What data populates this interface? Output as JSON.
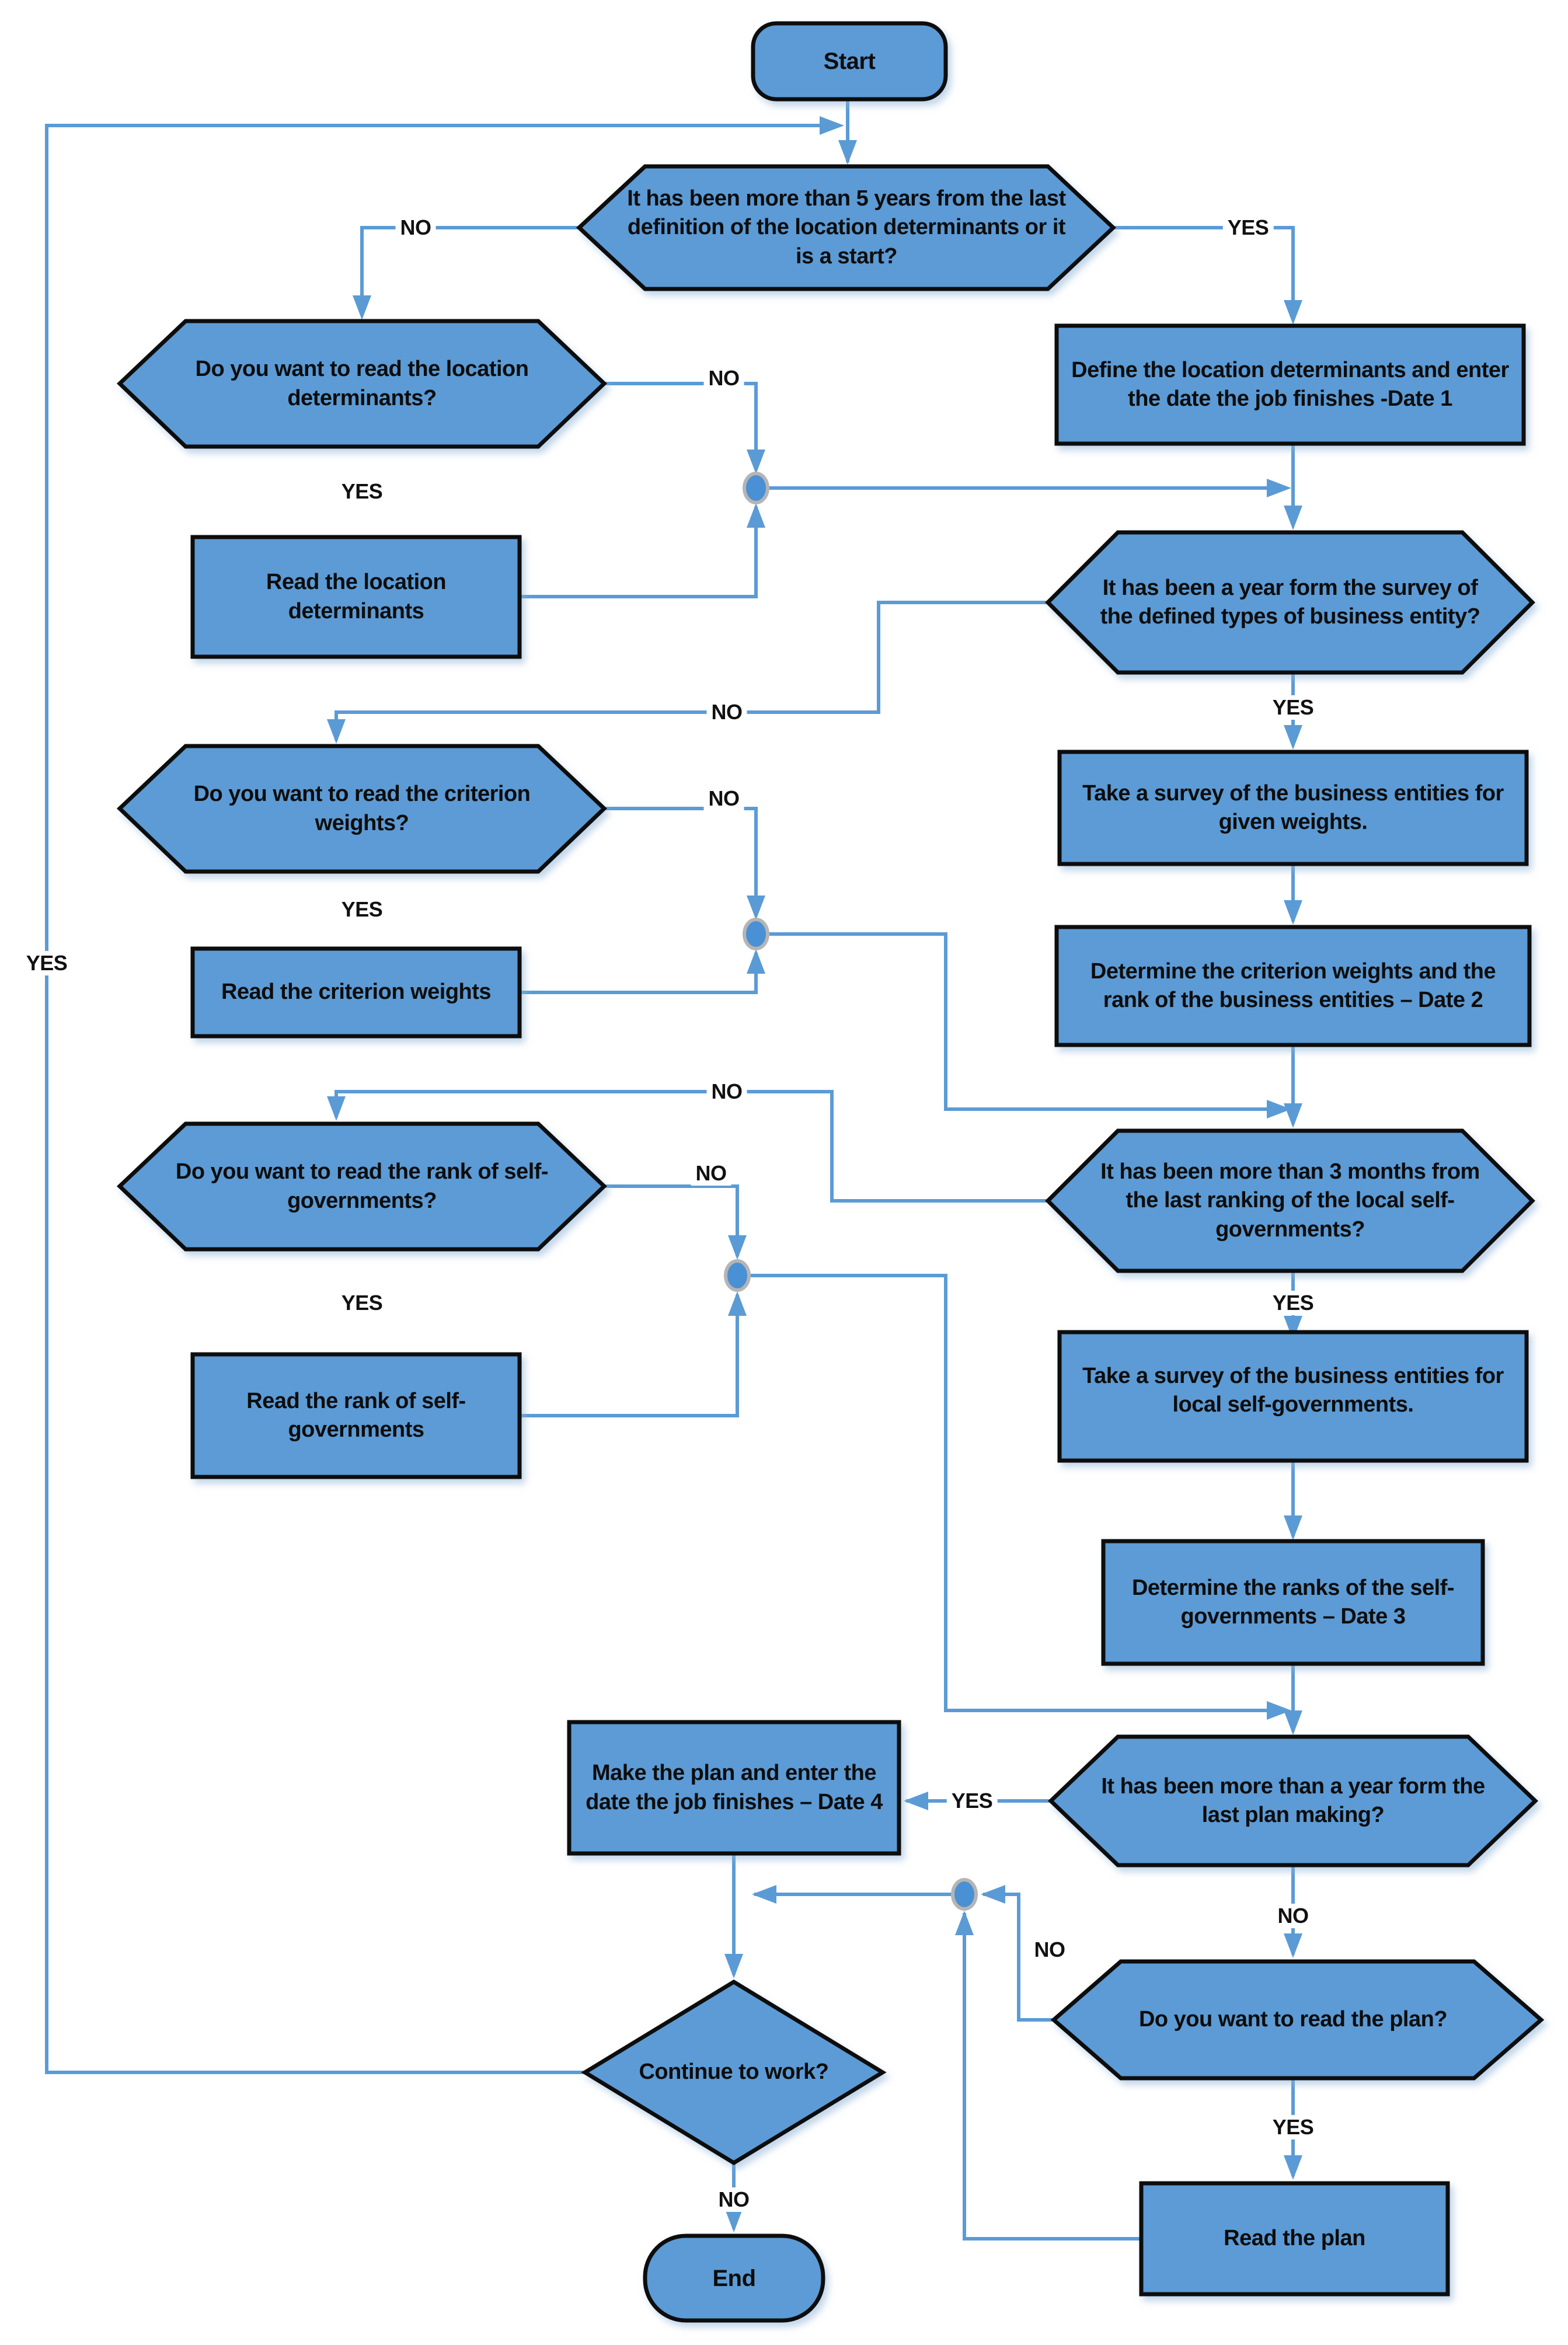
{
  "colors": {
    "shape_fill": "#5B9BD5",
    "shape_border": "#0d0d0d",
    "connector": "#5B9BD5",
    "junction_fill": "#4a90d4",
    "junction_ring": "#b5b5b5",
    "text": "#0d0d0d",
    "background": "#ffffff"
  },
  "flowchart": {
    "nodes": {
      "start": {
        "label": "Start",
        "type": "terminator"
      },
      "q_five_years": {
        "label": "It has been more than 5 years from the last definition of the location determinants or it is a start?",
        "type": "decision"
      },
      "p_define_determinants": {
        "label": "Define the location determinants and enter the date the job finishes -Date 1",
        "type": "process"
      },
      "q_read_determinants": {
        "label": "Do you want to read the location determinants?",
        "type": "decision"
      },
      "p_read_determinants": {
        "label": "Read the location determinants",
        "type": "process"
      },
      "q_year_survey": {
        "label": "It has been a year form the survey of the defined types of business entity?",
        "type": "decision"
      },
      "p_survey_weights": {
        "label": "Take a survey of the  business entities for given weights.",
        "type": "process"
      },
      "p_determine_weights": {
        "label": "Determine the criterion weights and the rank of the business entities – Date 2",
        "type": "process"
      },
      "q_read_weights": {
        "label": "Do you want to read the criterion weights?",
        "type": "decision"
      },
      "p_read_weights": {
        "label": "Read the criterion weights",
        "type": "process"
      },
      "q_three_months": {
        "label": "It has been more than 3 months from the last ranking of the local self-governments?",
        "type": "decision"
      },
      "q_read_rank": {
        "label": "Do you want to read the rank of self-governments?",
        "type": "decision"
      },
      "p_read_rank": {
        "label": "Read the rank of self-governments",
        "type": "process"
      },
      "p_survey_selfgov": {
        "label": "Take a survey of the  business entities for local self-governments.",
        "type": "process"
      },
      "p_determine_ranks": {
        "label": "Determine the ranks of the self-governments – Date 3",
        "type": "process"
      },
      "q_plan_year": {
        "label": "It has been more than a year form the last plan making?",
        "type": "decision"
      },
      "p_make_plan": {
        "label": "Make the plan and enter the date the job finishes – Date 4",
        "type": "process"
      },
      "q_read_plan": {
        "label": "Do you want to read the plan?",
        "type": "decision"
      },
      "p_read_plan": {
        "label": "Read the plan",
        "type": "process"
      },
      "q_continue": {
        "label": "Continue to work?",
        "type": "decision"
      },
      "end": {
        "label": "End",
        "type": "terminator"
      }
    },
    "edges": {
      "q_five_years_yes": {
        "label": "YES"
      },
      "q_five_years_no": {
        "label": "NO"
      },
      "q_read_determinants_yes": {
        "label": "YES"
      },
      "q_read_determinants_no": {
        "label": "NO"
      },
      "q_year_survey_yes": {
        "label": "YES"
      },
      "q_year_survey_no": {
        "label": "NO"
      },
      "q_read_weights_yes": {
        "label": "YES"
      },
      "q_read_weights_no": {
        "label": "NO"
      },
      "q_three_months_yes": {
        "label": "YES"
      },
      "q_three_months_no": {
        "label": "NO"
      },
      "q_read_rank_yes": {
        "label": "YES"
      },
      "q_read_rank_no": {
        "label": "NO"
      },
      "q_plan_year_yes": {
        "label": "YES"
      },
      "q_plan_year_no": {
        "label": "NO"
      },
      "q_read_plan_yes": {
        "label": "YES"
      },
      "q_read_plan_no": {
        "label": "NO"
      },
      "q_continue_yes": {
        "label": "YES"
      },
      "q_continue_no": {
        "label": "NO"
      }
    }
  }
}
